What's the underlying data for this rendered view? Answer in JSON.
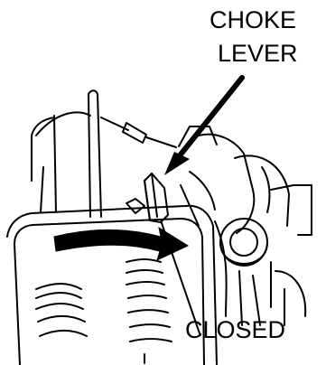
{
  "labels": {
    "choke_line1": "CHOKE",
    "choke_line2": "LEVER",
    "closed": "CLOSED"
  }
}
